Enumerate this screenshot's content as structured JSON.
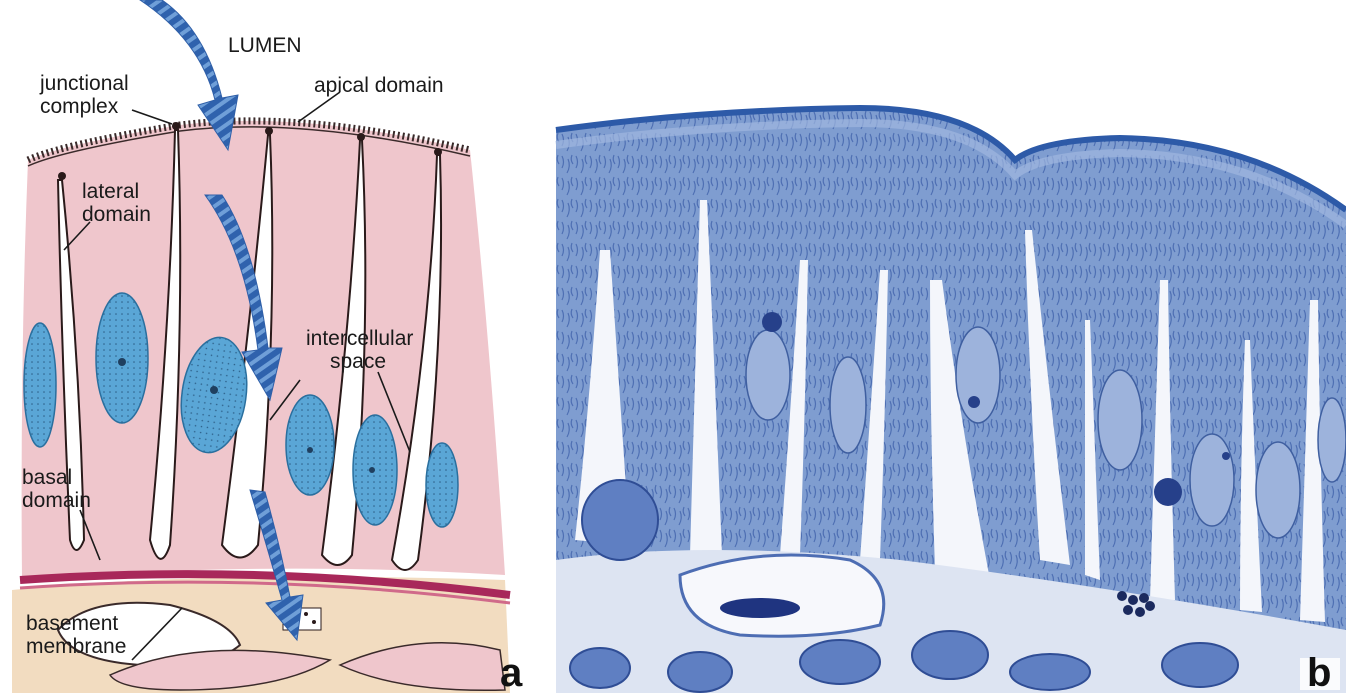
{
  "panel_a": {
    "letter": "a",
    "labels": {
      "lumen": "LUMEN",
      "junctional_line1": "junctional",
      "junctional_line2": "complex",
      "apical": "apical domain",
      "lateral_line1": "lateral",
      "lateral_line2": "domain",
      "intercellular_line1": "intercellular",
      "intercellular_line2": "space",
      "basal_line1": "basal",
      "basal_line2": "domain",
      "basement_line1": "basement",
      "basement_line2": "membrane"
    },
    "colors": {
      "cytoplasm": "#efc6cc",
      "nucleus": "#5aa6d6",
      "arrow": "#3f74b8",
      "basement_membrane": "#a8285a",
      "connective_tissue": "#f2dcc0",
      "cell_outline": "#2a1a1a"
    }
  },
  "panel_b": {
    "letter": "b",
    "colors": {
      "background": "#ffffff",
      "tissue_light": "#8aa6d4",
      "tissue_dark": "#36559a",
      "nucleus": "#9db3dc",
      "surface": "#2d5aa8"
    }
  }
}
